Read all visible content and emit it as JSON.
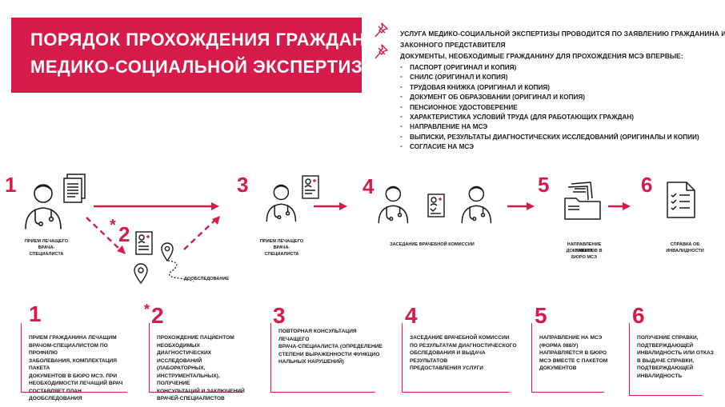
{
  "header": {
    "title_line1": "ПОРЯДОК ПРОХОЖДЕНИЯ ГРАЖДАНИНОМ",
    "title_line2": "МЕДИКО-СОЦИАЛЬНОЙ ЭКСПЕРТИЗЫ"
  },
  "info": {
    "service_line1": "УСЛУГА МЕДИКО-СОЦИАЛЬНОЙ ЭКСПЕРТИЗЫ ПРОВОДИТСЯ ПО ЗАЯВЛЕНИЮ ГРАЖДАНИНА ИЛИ ЕГО",
    "service_line2": "ЗАКОННОГО ПРЕДСТАВИТЕЛЯ",
    "documents_title": "ДОКУМЕНТЫ, НЕОБХОДИМЫЕ ГРАЖДАНИНУ ДЛЯ ПРОХОЖДЕНИЯ МСЭ ВПЕРВЫЕ:",
    "documents": [
      "ПАСПОРТ (ОРИГИНАЛ И КОПИЯ)",
      "СНИЛС (ОРИГИНАЛ И КОПИЯ)",
      "ТРУДОВАЯ КНИЖКА (ОРИГИНАЛ И КОПИЯ)",
      "ДОКУМЕНТ ОБ ОБРАЗОВАНИИ (ОРИГИНАЛ И КОПИЯ)",
      "ПЕНСИОННОЕ УДОСТОВЕРЕНИЕ",
      "ХАРАКТЕРИСТИКА УСЛОВИЙ ТРУДА (ДЛЯ РАБОТАЮЩИХ ГРАЖДАН)",
      "НАПРАВЛЕНИЕ НА МСЭ",
      "ВЫПИСКИ, РЕЗУЛЬТАТЫ ДИАГНОСТИЧЕСКИХ ИССЛЕДОВАНИЙ (ОРИГИНАЛЫ И КОПИИ)",
      "СОГЛАСИЕ НА МСЭ"
    ]
  },
  "flow": {
    "step1": {
      "num": "1",
      "caption_l1": "ПРИЕМ ЛЕЧАЩЕГО",
      "caption_l2": "ВРАЧА-СПЕЦИАЛИСТА"
    },
    "step2": {
      "star": "*",
      "num": "2",
      "caption": "ДООБСЛЕДОВАНИЕ"
    },
    "step3": {
      "num": "3",
      "caption_l1": "ПРИЕМ ЛЕЧАЩЕГО",
      "caption_l2": "ВРАЧА-СПЕЦИАЛИСТА"
    },
    "step4": {
      "num": "4",
      "caption": "ЗАСЕДАНИЕ ВРАЧЕБНОЙ КОМИССИИ"
    },
    "step5": {
      "num": "5",
      "caption_l1": "НАПРАВЛЕНИЕ ПАКЕТА",
      "caption_l2": "ДОКУМЕНТОВ В БЮРО МСЭ"
    },
    "step6": {
      "num": "6",
      "caption": "СПРАВКА ОБ ИНВАЛИДНОСТИ"
    }
  },
  "cards": [
    {
      "num": "1",
      "star": "",
      "lines": [
        "ПРИЕМ ГРАЖДАНИНА ЛЕЧАЩИМ",
        "ВРАЧОМ-СПЕЦИАЛИСТОМ ПО ПРОФИЛЮ",
        "ЗАБОЛЕВАНИЯ, КОМПЛЕКТАЦИЯ ПАКЕТА",
        "ДОКУМЕНТОВ В БЮРО МСЭ. ПРИ",
        "НЕОБХОДИМОСТИ ЛЕЧАЩИЙ ВРАЧ",
        "СОСТАВЛЯЕТ ПЛАН ДООБСЛЕДОВАНИЯ"
      ]
    },
    {
      "num": "2",
      "star": "*",
      "lines": [
        "ПРОХОЖДЕНИЕ ПАЦИЕНТОМ",
        "НЕОБХОДИМЫХ ДИАГНОСТИЧЕСКИХ",
        "ИССЛЕДОВАНИЙ (ЛАБОРАТОРНЫХ,",
        "ИНСТРУМЕНТАЛЬНЫХ), ПОЛУЧЕНИЕ",
        "КОНСУЛЬТАЦИЙ И ЗАКЛЮЧЕНИЙ",
        "ВРАЧЕЙ-СПЕЦИАЛИСТОВ"
      ]
    },
    {
      "num": "3",
      "star": "",
      "lines": [
        "ПОВТОРНАЯ КОНСУЛЬТАЦИЯ ЛЕЧАЩЕГО",
        "ВРАЧА-СПЕЦИАЛИСТА (ОПРЕДЕЛЕНИЕ",
        "СТЕПЕНИ ВЫРАЖЕННОСТИ ФУНКЦИО",
        "НАЛЬНЫХ НАРУШЕНИЙ)"
      ]
    },
    {
      "num": "4",
      "star": "",
      "lines": [
        "ЗАСЕДАНИЕ ВРАЧЕБНОЙ КОМИССИИ",
        "ПО РЕЗУЛЬТАТАМ ДИАГНОСТИЧЕСКОГО",
        "ОБСЛЕДОВАНИЯ И ВЫДАЧА РЕЗУЛЬТАТОВ",
        "ПРЕДОСТАВЛЕНИЯ УСЛУГИ"
      ]
    },
    {
      "num": "5",
      "star": "",
      "lines": [
        "НАПРАВЛЕНИЕ НА МСЭ",
        "(ФОРМА 088/У)",
        "НАПРАВЛЯЕТСЯ В БЮРО",
        "МСЭ ВМЕСТЕ С ПАКЕТОМ",
        "ДОКУМЕНТОВ"
      ]
    },
    {
      "num": "6",
      "star": "",
      "lines": [
        "ПОЛУЧЕНИЕ СПРАВКИ,",
        "ПОДТВЕРЖДАЮЩЕЙ",
        "ИНВАЛИДНОСТЬ ИЛИ ОТКАЗ",
        "В ВЫДАЧЕ СПРАВКИ,",
        "ПОДТВЕРЖДАЮЩЕЙ",
        "ИНВАЛИДНОСТЬ"
      ]
    }
  ],
  "icons": {
    "pin": "pushpin-icon",
    "doctor": "doctor-icon",
    "document": "document-icon",
    "form": "medical-form-icon",
    "location": "location-pin-icon",
    "folder": "folder-with-documents-icon",
    "checklist": "checklist-icon"
  },
  "colors": {
    "accent": "#d61a4a",
    "text": "#1a1a1a"
  }
}
